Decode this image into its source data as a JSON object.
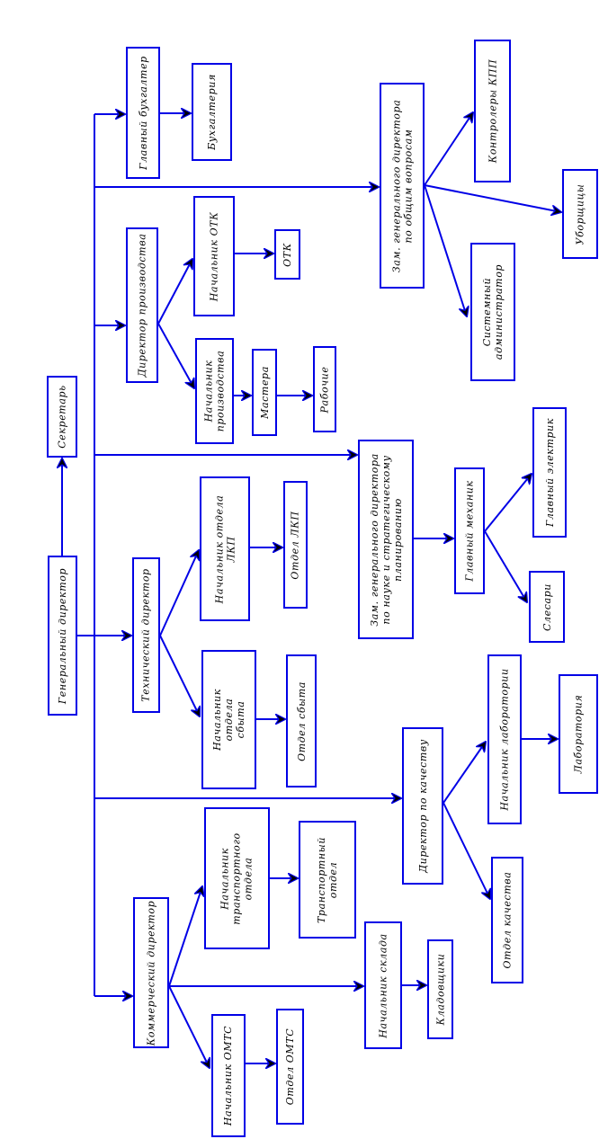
{
  "diagram": {
    "title": "Организационная структура предприятия",
    "line_color": "#0000e6",
    "arrow_color": "#000000",
    "nodes": {
      "gen_dir": "Генеральный директор",
      "secretary": "Секретарь",
      "tech_dir": "Технический директор",
      "chief_accountant": "Главный бухгалтер",
      "accounting": "Бухгалтерия",
      "prod_dir": "Директор производства",
      "otk_head": "Начальник ОТК",
      "otk": "ОТК",
      "prod_head": "Начальник\nпроизводства",
      "masters": "Мастера",
      "workers": "Рабочие",
      "deputy_general": "Зам. генерального директора\nпо общим вопросам",
      "kpp_controllers": "Контролеры КПП",
      "cleaners": "Уборщицы",
      "sysadmin": "Системный\nадминистратор",
      "lkp_head": "Начальник отдела\nЛКП",
      "lkp_dept": "Отдел ЛКП",
      "sales_head": "Начальник\nотдела\nсбыта",
      "sales_dept": "Отдел сбыта",
      "deputy_science": "Зам. генерального директора\nпо науке и стратегическому\nпланированию",
      "chief_mechanic": "Главный механик",
      "chief_electrician": "Главный электрик",
      "fitters": "Слесари",
      "quality_dir": "Директор по качеству",
      "lab_head": "Начальник лаборатории",
      "laboratory": "Лаборатория",
      "commercial_dir": "Коммерческий директор",
      "transport_head": "Начальник\nтранспортного\nотдела",
      "transport_dept": "Транспортный\nотдел",
      "warehouse_head": "Начальник склада",
      "storekeepers": "Кладовщики",
      "quality_dept": "Отдел качества",
      "omts_head": "Начальник ОМТС",
      "omts_dept": "Отдел ОМТС"
    },
    "edges": [
      [
        "gen_dir",
        "secretary"
      ],
      [
        "gen_dir",
        "tech_dir"
      ],
      [
        "gen_dir",
        "chief_accountant"
      ],
      [
        "gen_dir",
        "deputy_general"
      ],
      [
        "gen_dir",
        "prod_dir"
      ],
      [
        "gen_dir",
        "deputy_science"
      ],
      [
        "gen_dir",
        "quality_dir"
      ],
      [
        "gen_dir",
        "commercial_dir"
      ],
      [
        "chief_accountant",
        "accounting"
      ],
      [
        "prod_dir",
        "otk_head"
      ],
      [
        "prod_dir",
        "prod_head"
      ],
      [
        "otk_head",
        "otk"
      ],
      [
        "prod_head",
        "masters"
      ],
      [
        "masters",
        "workers"
      ],
      [
        "deputy_general",
        "kpp_controllers"
      ],
      [
        "deputy_general",
        "cleaners"
      ],
      [
        "deputy_general",
        "sysadmin"
      ],
      [
        "tech_dir",
        "lkp_head"
      ],
      [
        "tech_dir",
        "sales_head"
      ],
      [
        "lkp_head",
        "lkp_dept"
      ],
      [
        "sales_head",
        "sales_dept"
      ],
      [
        "deputy_science",
        "chief_mechanic"
      ],
      [
        "chief_mechanic",
        "chief_electrician"
      ],
      [
        "chief_mechanic",
        "fitters"
      ],
      [
        "quality_dir",
        "lab_head"
      ],
      [
        "quality_dir",
        "quality_dept"
      ],
      [
        "lab_head",
        "laboratory"
      ],
      [
        "commercial_dir",
        "transport_head"
      ],
      [
        "commercial_dir",
        "warehouse_head"
      ],
      [
        "commercial_dir",
        "omts_head"
      ],
      [
        "transport_head",
        "transport_dept"
      ],
      [
        "warehouse_head",
        "storekeepers"
      ],
      [
        "omts_head",
        "omts_dept"
      ]
    ]
  }
}
